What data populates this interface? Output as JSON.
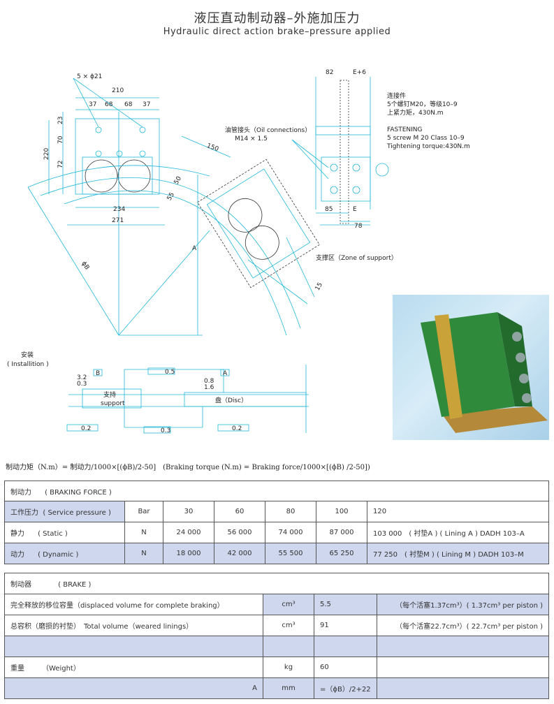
{
  "title_cn": "液压直动制动器–外施加压力",
  "title_en": "Hydraulic direct action brake–pressure applied",
  "drawing": {
    "front": {
      "holes": "5 × ϕ21",
      "d210": "210",
      "d37a": "37",
      "d68a": "68",
      "d68b": "68",
      "d37b": "37",
      "d23": "23",
      "d70": "70",
      "d72": "72",
      "d220": "220",
      "d234": "234",
      "d271": "271",
      "dB": "ϕB",
      "dA": "A",
      "d150": "150",
      "d50": "50",
      "d55": "55",
      "d15": "15"
    },
    "oil_cn": "油管接头（Oil connections）",
    "oil_thread": "M14 × 1.5",
    "support_zone": "支撑区（Zone of support）",
    "side": {
      "d82": "82",
      "dE6": "E+6",
      "d85": "85",
      "dE": "E",
      "d78": "78"
    },
    "fastening": [
      "连接件",
      "5个螺钉M20，等级10–9",
      "上紧力矩，430N.m",
      "FASTENING",
      "5 screw M 20 Class 10–9",
      "Tightening torque:430N.m"
    ],
    "install": {
      "cn": "安装",
      "en": "( Installition )",
      "support_cn": "支持",
      "support_en": "support",
      "disc": "盘（Disc）",
      "b": "B",
      "a": "A",
      "t32": "3.2",
      "t03": "0.3",
      "t08": "0.8",
      "t16": "1.6",
      "f05": "0.5",
      "f03": "0.3",
      "p02b": "0.2",
      "p02a": "0.2"
    }
  },
  "formula": "制动力矩（N.m）= 制动力/1000×[(ϕB)/2-50]　(Braking torque (N.m) = Braking force/1000×[(ϕB) /2-50])",
  "table1": {
    "header": {
      "cn": "制动力",
      "en": "( BRAKING FORCE )"
    },
    "rows": [
      {
        "cn": "工作压力",
        "en": "( Service pressure )",
        "unit": "Bar",
        "values": [
          "30",
          "60",
          "80",
          "100",
          "120"
        ]
      },
      {
        "cn": "静力",
        "en": "( Static )",
        "unit": "N",
        "values": [
          "24 000",
          "56 000",
          "74 000",
          "87 000",
          "103 000　( 衬垫A )  ( Lining A ) DADH 103–A"
        ]
      },
      {
        "cn": "动力",
        "en": "( Dynamic )",
        "unit": "N",
        "values": [
          "18 000",
          "42 000",
          "55 500",
          "65 250",
          "77 250　( 衬垫M )  ( Lining M ) DADH 103–M"
        ]
      }
    ]
  },
  "table2": {
    "header": {
      "cn": "制动器",
      "en": "( BRAKE )"
    },
    "rows": [
      {
        "label": "完全释放的移位容量（displaced volume for complete braking）",
        "unit": "cm³",
        "value": "5.5",
        "note": "（每个活塞1.37cm³）( 1.37cm³ per piston )"
      },
      {
        "label": "总容积（磨损的衬垫）　Total volume（weared linings）",
        "unit": "cm³",
        "value": "91",
        "note": "（每个活塞22.7cm³）( 22.7cm³ per piston )"
      },
      {
        "label": "",
        "unit": "",
        "value": "",
        "note": ""
      },
      {
        "label": "重量　　　（Weight）",
        "unit": "kg",
        "value": "60",
        "note": ""
      },
      {
        "label": "A",
        "unit": "mm",
        "value": "=（ϕB）/2+22",
        "note": ""
      }
    ]
  },
  "colors": {
    "drawing_line": "#20b8d8",
    "row_blue": "#cfd7ee",
    "photo_green": "#2f8a3c"
  }
}
